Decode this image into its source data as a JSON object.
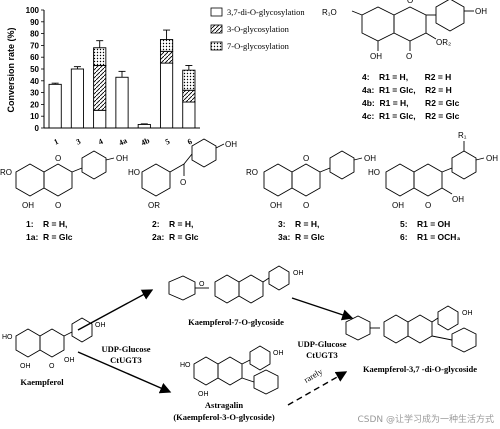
{
  "chart_data": {
    "type": "bar",
    "ylabel": "Conversion rate (%)",
    "ylim": [
      0,
      100
    ],
    "yticks": [
      "0",
      "10",
      "20",
      "30",
      "40",
      "50",
      "60",
      "70",
      "80",
      "90",
      "100"
    ],
    "categories": [
      "1",
      "3",
      "4",
      "4a",
      "4b",
      "5",
      "6"
    ],
    "series": [
      {
        "name": "3,7-di-O-glycosylation",
        "pattern": "white",
        "values": [
          37,
          50,
          15,
          43,
          3,
          55,
          22
        ]
      },
      {
        "name": "3-O-glycosylation",
        "pattern": "hatch",
        "values": [
          0,
          0,
          38,
          0,
          0,
          10,
          10
        ]
      },
      {
        "name": "7-O-glycosylation",
        "pattern": "dots",
        "values": [
          0,
          0,
          15,
          0,
          0,
          10,
          17
        ]
      }
    ],
    "totals": [
      37,
      50,
      68,
      43,
      3,
      75,
      49
    ],
    "errors": [
      1,
      2,
      6,
      5,
      0.5,
      8,
      4
    ],
    "legend_position": "top-right"
  },
  "legend": {
    "di": "3,7-di-O-glycosylation",
    "three": "3-O-glycosylation",
    "seven": "7-O-glycosylation"
  },
  "structures": {
    "flavonol_r": "R₁O",
    "flavonol_or2": "OR₂",
    "flavonol_4": "4:    R1 = H,       R2 = H",
    "flavonol_4a": "4a:  R1 = Glc,    R2 = H",
    "flavonol_4b": "4b:  R1 = H,       R2 = Glc",
    "flavonol_4c": "4c:  R1 = Glc,    R2 = Glc",
    "c1": "1:    R = H,",
    "c1a": "1a:  R = Glc",
    "c2": "2:    R = H,",
    "c2a": "2a:  R = Glc",
    "c3": "3:    R = H,",
    "c3a": "3a:  R = Glc",
    "c5": "5:    R1 = OH",
    "c6": "6:    R1 = OCH₃",
    "r1": "R₁"
  },
  "pathway": {
    "k7": "Kaempferol-7-O-glycoside",
    "kaempferol": "Kaempferol",
    "udp1": "UDP-Glucose",
    "ctugt1": "CtUGT3",
    "udp2": "UDP-Glucose",
    "ctugt2": "CtUGT3",
    "k37": "Kaempferol-3,7 -di-O-glycoside",
    "astragalin": "Astragalin",
    "k3": "(Kaempferol-3-O-glycoside)",
    "rarely": "rarely"
  },
  "watermark": "CSDN @让学习成为一种生活方式"
}
